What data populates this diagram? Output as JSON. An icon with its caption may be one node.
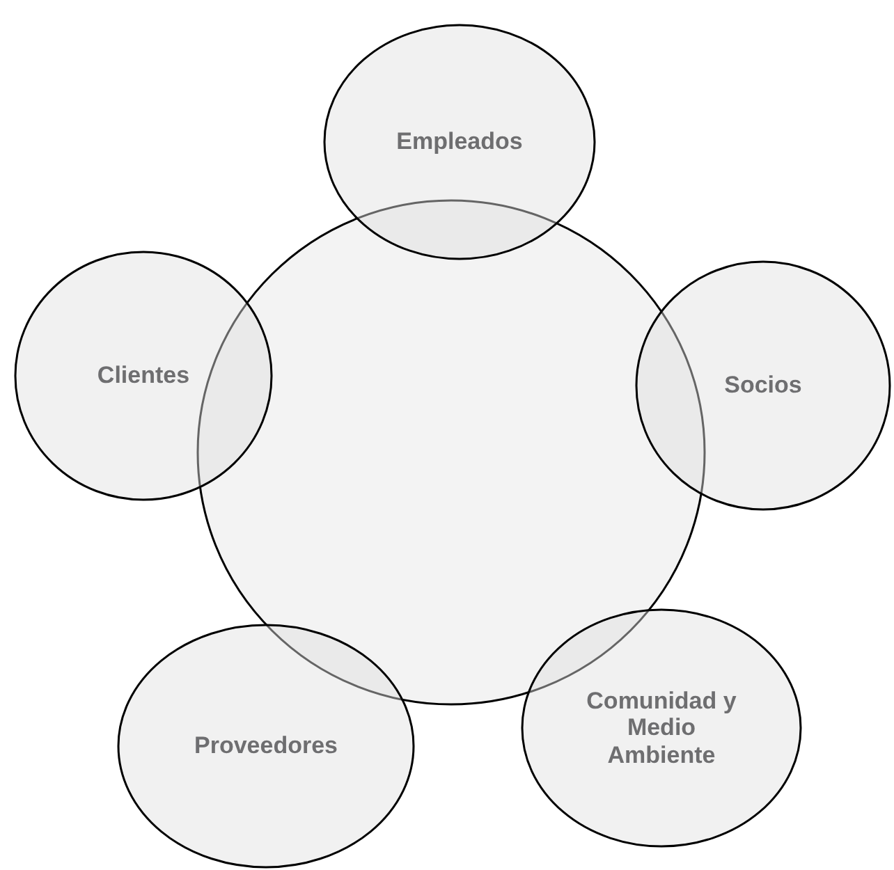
{
  "diagram": {
    "nodes": [
      {
        "text": [],
        "shape": "circle"
      },
      {
        "text": [
          "Empleados"
        ]
      },
      {
        "text": [
          "Clientes"
        ]
      },
      {
        "text": [
          "Socios"
        ]
      },
      {
        "text": [
          "Proveedores"
        ]
      },
      {
        "text": [
          "Comunidad y Medio Ambiente"
        ]
      }
    ]
  }
}
